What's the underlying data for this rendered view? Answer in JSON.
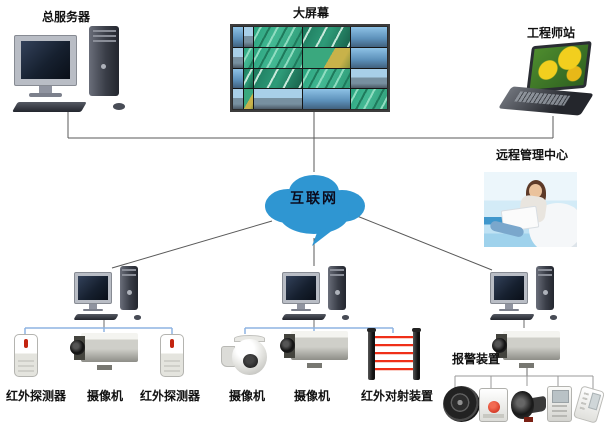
{
  "nodes": {
    "server": {
      "label": "总服务器"
    },
    "big_screen": {
      "label": "大屏幕"
    },
    "engineer_station": {
      "label": "工程师站"
    },
    "internet": {
      "label": "互联网"
    },
    "remote_center": {
      "label": "远程管理中心"
    },
    "alarm_device": {
      "label": "报警装置"
    }
  },
  "device_labels": {
    "group1": [
      "红外探测器",
      "摄像机",
      "红外探测器"
    ],
    "group2": [
      "摄像机",
      "摄像机",
      "红外对射装置"
    ]
  },
  "colors": {
    "cloud_blue": "#2f96d2",
    "bracket_blue": "#8db4e2",
    "connector_gray": "#5a5a5a",
    "alarm_bracket_gray": "#999999",
    "beam_red": "#ef2f18"
  }
}
